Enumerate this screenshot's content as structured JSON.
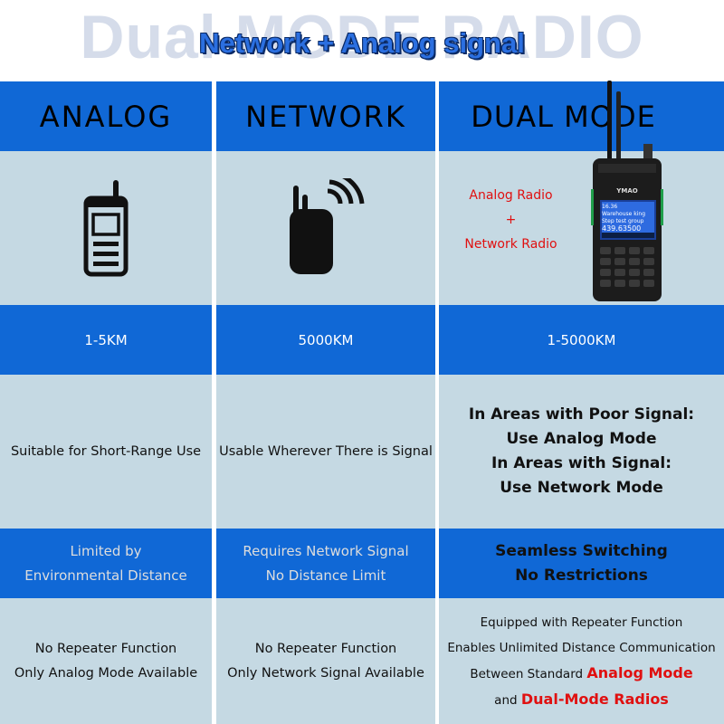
{
  "banner": {
    "background_text": "Dual MODE RADIO",
    "title": "Network + Analog signal"
  },
  "columns": [
    {
      "heading": "ANALOG",
      "icon": "walkie-talkie-icon",
      "distance": "1-5KM",
      "use": "Suitable for Short-Range Use",
      "limit": [
        "Limited by",
        "Environmental Distance"
      ],
      "repeater": [
        "No Repeater Function",
        "Only Analog Mode Available"
      ]
    },
    {
      "heading": "NETWORK",
      "icon": "network-radio-icon",
      "distance": "5000KM",
      "use": "Usable Wherever There is Signal",
      "limit": [
        "Requires Network Signal",
        "No Distance Limit"
      ],
      "repeater": [
        "No Repeater Function",
        "Only Network Signal Available"
      ]
    },
    {
      "heading": "DUAL MODE",
      "radio_labels": [
        "Analog Radio",
        "+",
        "Network Radio"
      ],
      "radio_brand": "YMAO",
      "radio_screen": [
        "16.36",
        "Warehouse king",
        "Step test group",
        "439.63500"
      ],
      "distance": "1-5000KM",
      "use": [
        "In Areas with Poor Signal:",
        "Use Analog Mode",
        "In Areas with Signal:",
        "Use Network Mode"
      ],
      "limit": [
        "Seamless Switching",
        "No Restrictions"
      ],
      "repeater": {
        "line1": "Equipped with Repeater Function",
        "line2": "Enables Unlimited Distance Communication",
        "line3_prefix": "Between Standard",
        "line3_highlight": "Analog Mode",
        "line4_prefix": "and",
        "line4_highlight": "Dual-Mode Radios"
      }
    }
  ],
  "colors": {
    "blue_row": "#1068d6",
    "light_row": "#c5d9e3",
    "highlight_red": "#e01010"
  }
}
